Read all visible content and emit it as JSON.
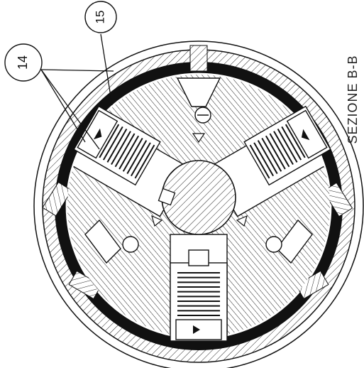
{
  "section_title": "SEZIONE B-B",
  "callouts": [
    {
      "id": "callout-14",
      "label": "14"
    },
    {
      "id": "callout-15",
      "label": "15"
    }
  ],
  "colors": {
    "ink": "#111111",
    "paper": "#ffffff"
  }
}
